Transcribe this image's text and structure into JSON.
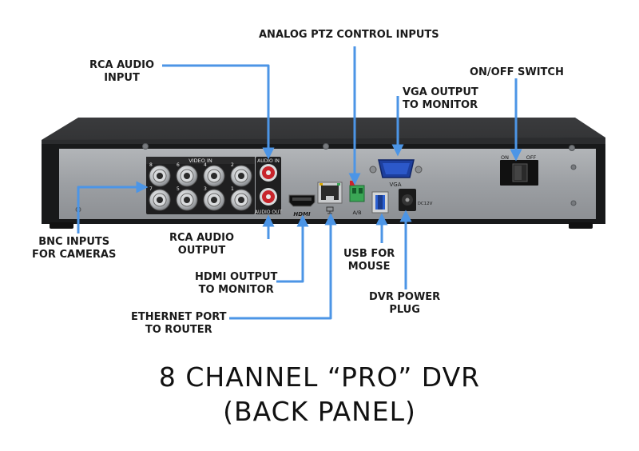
{
  "callouts": {
    "analog_ptz": [
      "ANALOG PTZ CONTROL INPUTS"
    ],
    "rca_audio_input": [
      "RCA AUDIO",
      "INPUT"
    ],
    "on_off_switch": [
      "ON/OFF SWITCH"
    ],
    "vga_output": [
      "VGA OUTPUT",
      "TO MONITOR"
    ],
    "bnc_inputs": [
      "BNC INPUTS",
      "FOR CAMERAS"
    ],
    "rca_audio_output": [
      "RCA AUDIO",
      "OUTPUT"
    ],
    "hdmi_output": [
      "HDMI OUTPUT",
      "TO MONITOR"
    ],
    "ethernet_port": [
      "ETHERNET PORT",
      "TO ROUTER"
    ],
    "usb_mouse": [
      "USB FOR",
      "MOUSE"
    ],
    "dvr_power": [
      "DVR POWER",
      "PLUG"
    ]
  },
  "panel_labels": {
    "video_in": "VIDEO IN",
    "audio_in": "AUDIO IN",
    "audio_out": "AUDIO OUT",
    "bnc_numbers": [
      "8",
      "6",
      "4",
      "2",
      "7",
      "5",
      "3",
      "1"
    ],
    "hdmi": "HDMI",
    "ab": "A/B",
    "vga": "VGA",
    "dc12v": "DC12V",
    "on": "ON",
    "off": "OFF"
  },
  "title": [
    "8 CHANNEL “PRO” DVR",
    "(BACK PANEL)"
  ],
  "colors": {
    "arrow": "#4c95e6",
    "panel": "#9ea1a4",
    "chassis": "#1c1c1d",
    "terminal_green": "#3aa655",
    "rca_red": "#c8242b"
  }
}
